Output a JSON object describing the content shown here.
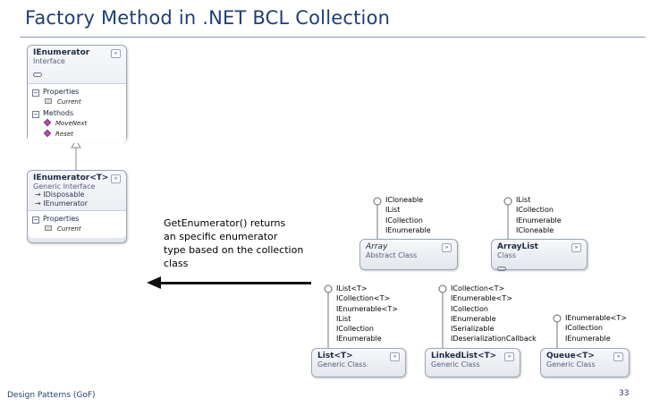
{
  "slide": {
    "title": "Factory Method in .NET BCL Collection",
    "footer_left": "Design Patterns (GoF)",
    "page_number": "33"
  },
  "callout": {
    "lines": [
      "GetEnumerator() returns",
      "an specific enumerator",
      "type based on the collection",
      "class"
    ]
  },
  "ienumerator": {
    "name": "IEnumerator",
    "kind": "Interface",
    "properties_label": "Properties",
    "properties": [
      "Current"
    ],
    "methods_label": "Methods",
    "methods": [
      "MoveNext",
      "Reset"
    ],
    "collapse_glyph": "«"
  },
  "ienumerator_t": {
    "name": "IEnumerator<T>",
    "kind": "Generic Interface",
    "inherits": [
      "IDisposable",
      "IEnumerator"
    ],
    "properties_label": "Properties",
    "properties": [
      "Current"
    ],
    "collapse_glyph": "«"
  },
  "array": {
    "name": "Array",
    "kind": "Abstract Class",
    "interfaces": [
      "ICloneable",
      "IList",
      "ICollection",
      "IEnumerable"
    ],
    "expand_glyph": "»"
  },
  "arraylist": {
    "name": "ArrayList",
    "kind": "Class",
    "interfaces": [
      "IList",
      "ICollection",
      "IEnumerable",
      "ICloneable"
    ],
    "expand_glyph": "»"
  },
  "list_t": {
    "name": "List<T>",
    "kind": "Generic Class",
    "interfaces": [
      "IList<T>",
      "ICollection<T>",
      "IEnumerable<T>",
      "IList",
      "ICollection",
      "IEnumerable"
    ],
    "expand_glyph": "»"
  },
  "linkedlist_t": {
    "name": "LinkedList<T>",
    "kind": "Generic Class",
    "interfaces": [
      "ICollection<T>",
      "IEnumerable<T>",
      "ICollection",
      "IEnumerable",
      "ISerializable",
      "IDeserializationCallback"
    ],
    "expand_glyph": "»"
  },
  "queue_t": {
    "name": "Queue<T>",
    "kind": "Generic Class",
    "interfaces": [
      "IEnumerable<T>",
      "ICollection",
      "IEnumerable"
    ],
    "expand_glyph": "»"
  },
  "icons": {
    "property": "property-icon",
    "method": "method-icon",
    "inheritance_arrow": "hollow-triangle-arrow",
    "lollipop": "interface-lollipop-icon"
  },
  "colors": {
    "title": "#1f3f73",
    "box_border": "#9aa6b8",
    "method_icon": "#b64fb4"
  }
}
